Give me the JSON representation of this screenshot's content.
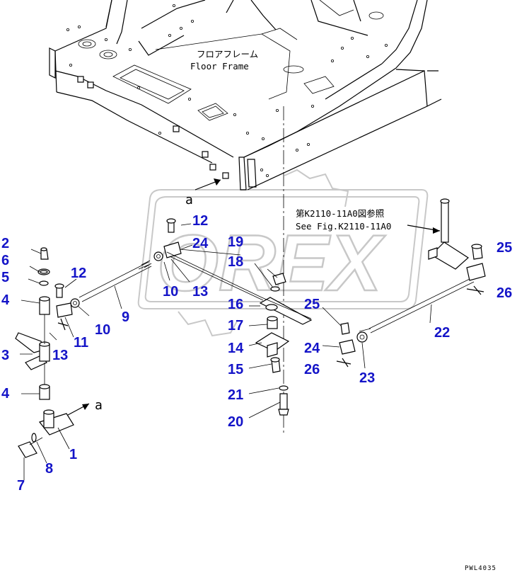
{
  "diagram": {
    "floor_frame_label_jp": "フロアフレーム",
    "floor_frame_label_en": "Floor Frame",
    "reference_label_jp": "第K2110-11A0図参照",
    "reference_label_en": "See Fig.K2110-11A0",
    "view_marker": "a",
    "drawing_code": "PWL4035",
    "watermark_text": "OREX"
  },
  "callouts": [
    {
      "id": "c12a",
      "text": "12"
    },
    {
      "id": "c24a",
      "text": "24"
    },
    {
      "id": "c19",
      "text": "19"
    },
    {
      "id": "c18",
      "text": "18"
    },
    {
      "id": "c10a",
      "text": "10"
    },
    {
      "id": "c13a",
      "text": "13"
    },
    {
      "id": "c16",
      "text": "16"
    },
    {
      "id": "c25a",
      "text": "25"
    },
    {
      "id": "c17",
      "text": "17"
    },
    {
      "id": "c14",
      "text": "14"
    },
    {
      "id": "c24b",
      "text": "24"
    },
    {
      "id": "c15",
      "text": "15"
    },
    {
      "id": "c26a",
      "text": "26"
    },
    {
      "id": "c23",
      "text": "23"
    },
    {
      "id": "c21",
      "text": "21"
    },
    {
      "id": "c20",
      "text": "20"
    },
    {
      "id": "c25b",
      "text": "25"
    },
    {
      "id": "c26b",
      "text": "26"
    },
    {
      "id": "c22",
      "text": "22"
    },
    {
      "id": "c2",
      "text": "2"
    },
    {
      "id": "c6",
      "text": "6"
    },
    {
      "id": "c5",
      "text": "5"
    },
    {
      "id": "c4a",
      "text": "4"
    },
    {
      "id": "c12b",
      "text": "12"
    },
    {
      "id": "c10b",
      "text": "10"
    },
    {
      "id": "c9",
      "text": "9"
    },
    {
      "id": "c11",
      "text": "11"
    },
    {
      "id": "c3",
      "text": "3"
    },
    {
      "id": "c13b",
      "text": "13"
    },
    {
      "id": "c4b",
      "text": "4"
    },
    {
      "id": "c1",
      "text": "1"
    },
    {
      "id": "c8",
      "text": "8"
    },
    {
      "id": "c7",
      "text": "7"
    }
  ]
}
